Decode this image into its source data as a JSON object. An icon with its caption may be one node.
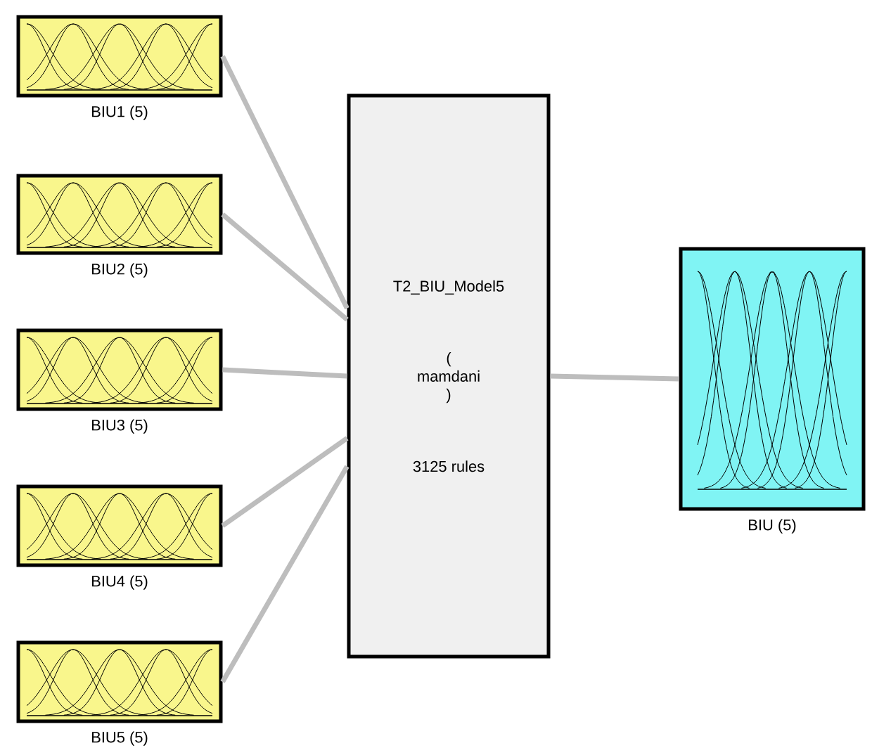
{
  "diagram": {
    "nodes": [
      {
        "text": [],
        "shape": "box",
        "beside": [
          "BIU1 (5)"
        ]
      },
      {
        "text": [],
        "shape": "box",
        "beside": [
          "BIU2 (5)"
        ]
      },
      {
        "text": [],
        "shape": "box",
        "beside": [
          "BIU3 (5)"
        ]
      },
      {
        "text": [],
        "shape": "box",
        "beside": [
          "BIU4 (5)"
        ]
      },
      {
        "text": [],
        "shape": "box",
        "beside": [
          "BIU5 (5)"
        ]
      },
      {
        "text": [
          "T2_BIU_Model5",
          "( mamdani )",
          "3125 rules"
        ]
      },
      {
        "text": [],
        "shape": "box",
        "beside": [
          "BIU (5)"
        ]
      }
    ],
    "edges": [
      {
        "from": 0,
        "to": 5,
        "arrow": "none"
      },
      {
        "from": 1,
        "to": 5,
        "arrow": "none"
      },
      {
        "from": 2,
        "to": 5,
        "arrow": "none"
      },
      {
        "from": 3,
        "to": 5,
        "arrow": "none"
      },
      {
        "from": 4,
        "to": 5,
        "arrow": "none"
      },
      {
        "from": 5,
        "to": 6,
        "arrow": "none"
      }
    ]
  }
}
